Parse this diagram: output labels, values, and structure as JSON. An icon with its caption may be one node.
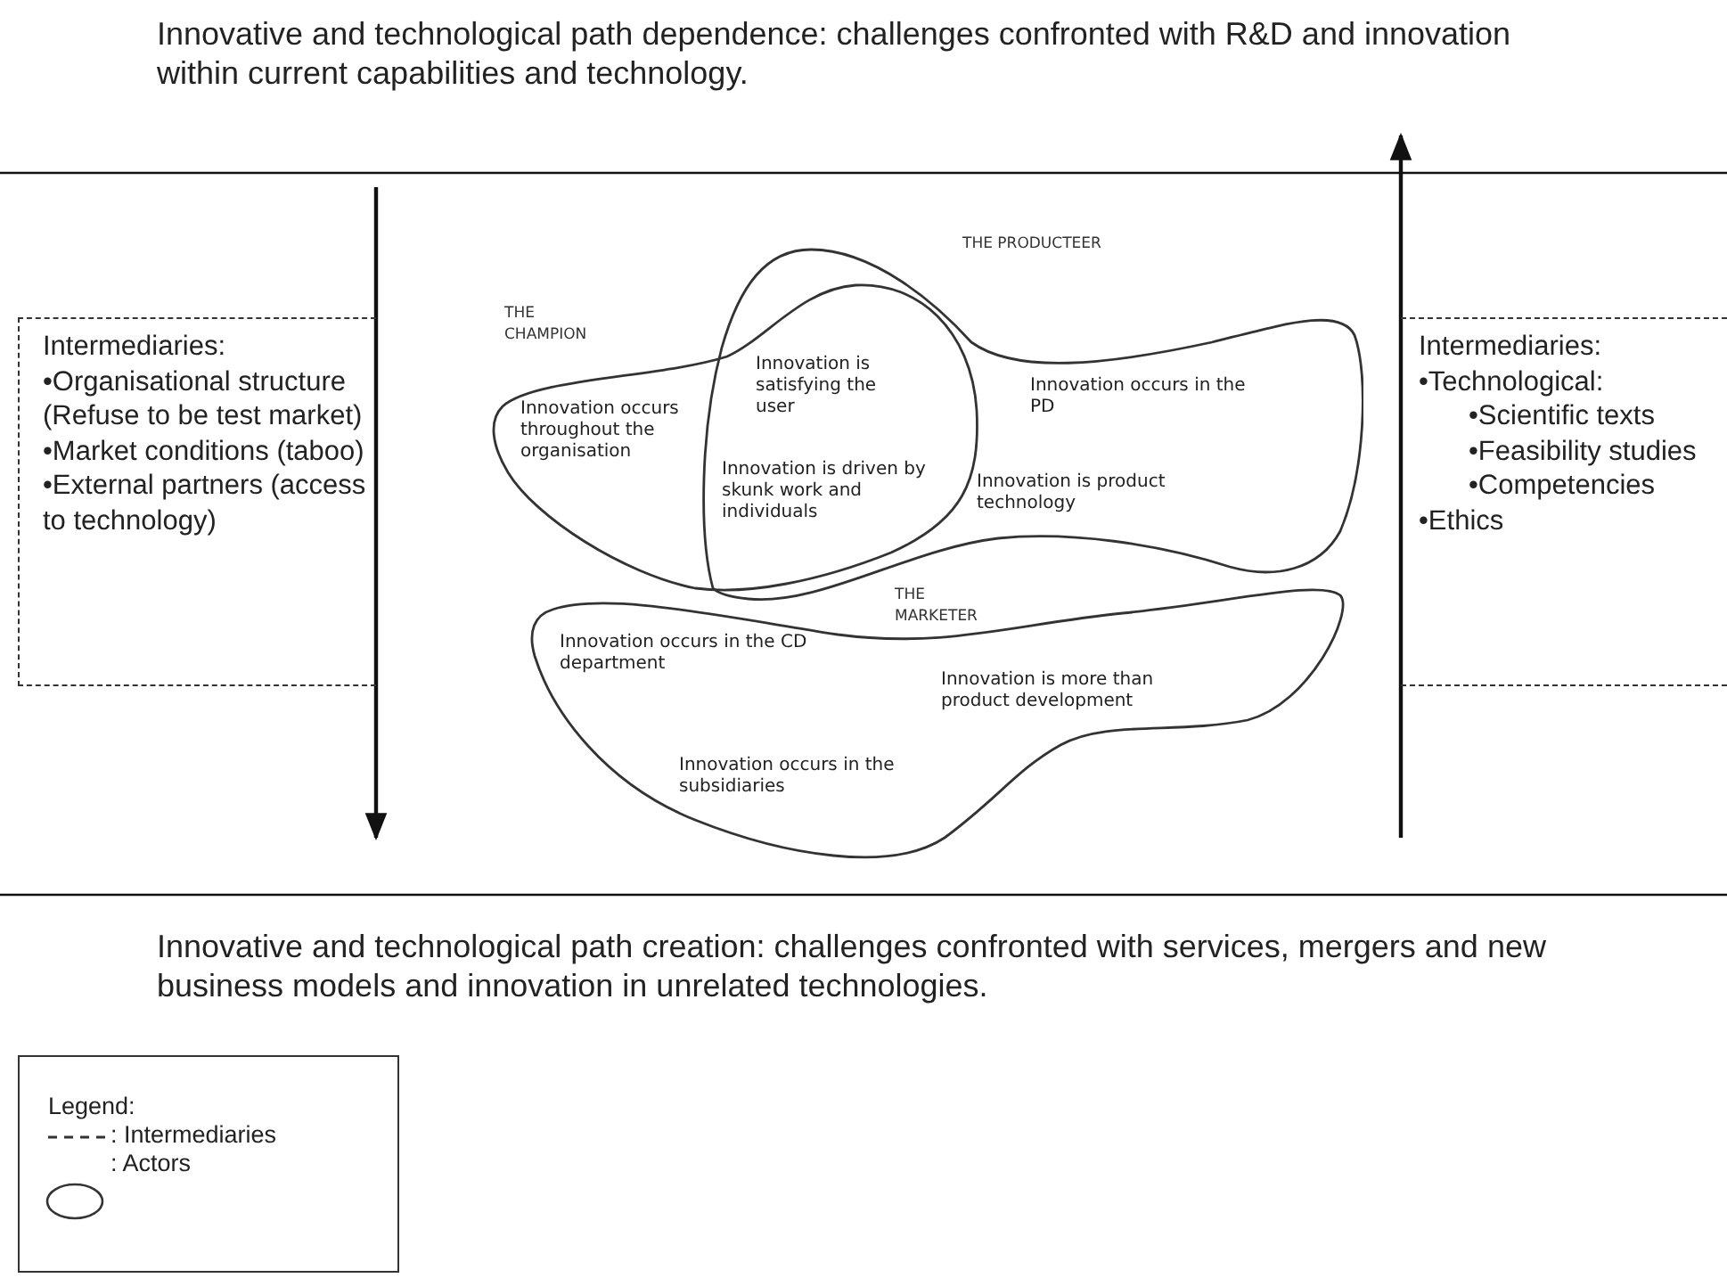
{
  "diagram": {
    "title": "Innovative and technological path dependence: challenges confronted with R&D and innovation within current capabilities and technology.",
    "caption": "Innovative and technological path creation: challenges confronted with services, mergers and new business models and innovation in unrelated technologies.",
    "nodes": [
      {
        "text": [
          "Intermediaries:",
          "•Organisational structure (Refuse to be test market)",
          "•Market conditions (taboo)",
          "•External partners (access to technology)"
        ]
      },
      {
        "text": [
          "THE CHAMPION",
          "Innovation occurs throughout the organisation",
          "Innovation is satisfying the user",
          "Innovation is driven by skunk work and individuals"
        ]
      },
      {
        "text": [
          "THE PRODUCTEER",
          "Innovation occurs in the PD",
          "Innovation is product technology"
        ]
      },
      {
        "text": [
          "THE MARKETER",
          "Innovation occurs in the CD department",
          "Innovation is more than product development",
          "Innovation occurs in the subsidiaries"
        ]
      },
      {
        "text": [
          "Intermediaries:",
          "•Technological:",
          "•Scientific texts",
          "•Feasibility studies",
          "•Competencies",
          "•Ethics"
        ]
      }
    ],
    "labels": [
      "Legend:"
    ],
    "legend": [
      {
        "text": ": Intermediaries"
      },
      {
        "text": ": Actors"
      }
    ]
  }
}
